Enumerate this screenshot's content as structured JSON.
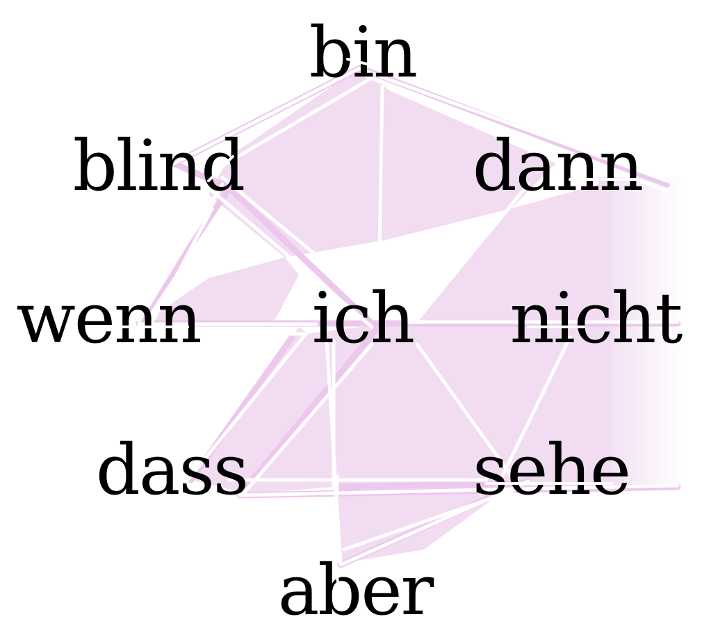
{
  "words": {
    "bin": "bin",
    "blind": "blind",
    "dann": "dann",
    "wenn": "wenn",
    "ich": "ich",
    "nicht": "nicht",
    "dass": "dass",
    "sehe": "sehe",
    "aber": "aber"
  },
  "colors": {
    "fill": "#f1dcf1",
    "edge": "#ffffff",
    "edge_halo": "#ecc8ec",
    "text": "#000000"
  }
}
